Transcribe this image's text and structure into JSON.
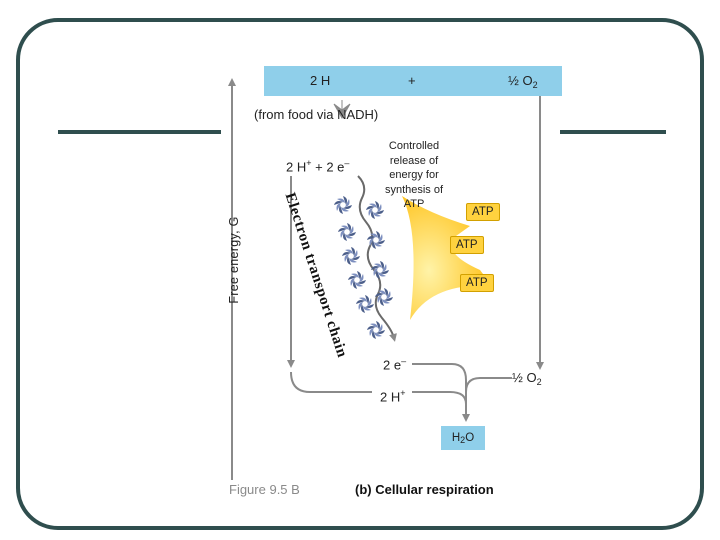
{
  "diagram": {
    "top": {
      "left": "2 H",
      "plus": "+",
      "half": "½",
      "o2": "O",
      "o2_sub": "2"
    },
    "from_food": "(from food via NADH)",
    "inputs": {
      "h": "2 H",
      "h_sup": "+",
      "plus": "+",
      "e": "2 e",
      "e_sup": "–"
    },
    "controlled_release": [
      "Controlled",
      "release of",
      "energy for",
      "synthesis of",
      "ATP"
    ],
    "atp_labels": [
      "ATP",
      "ATP",
      "ATP"
    ],
    "electron_transport_chain": "Electron transport chain",
    "y_axis": "Free energy, G",
    "bottom": {
      "e": "2 e",
      "e_sup": "–",
      "h": "2 H",
      "h_sup": "+",
      "half": "½",
      "o2": "O",
      "o2_sub": "2",
      "water": "H",
      "water_sub": "2",
      "water_o": "O"
    }
  },
  "captions": {
    "figure": "Figure 9.5 B",
    "panel": "(b) Cellular respiration"
  },
  "colors": {
    "frame": "#2f4e4e",
    "blue_box": "#8fcfea",
    "arrow": "#8a8a8a",
    "release_yellow": "#ffd23f",
    "figure_caption": "#8a8a8a"
  },
  "icons": [
    "pinwheel-icon",
    "pinwheel-icon",
    "pinwheel-icon",
    "pinwheel-icon",
    "pinwheel-icon",
    "pinwheel-icon",
    "pinwheel-icon",
    "pinwheel-icon",
    "pinwheel-icon",
    "pinwheel-icon"
  ]
}
